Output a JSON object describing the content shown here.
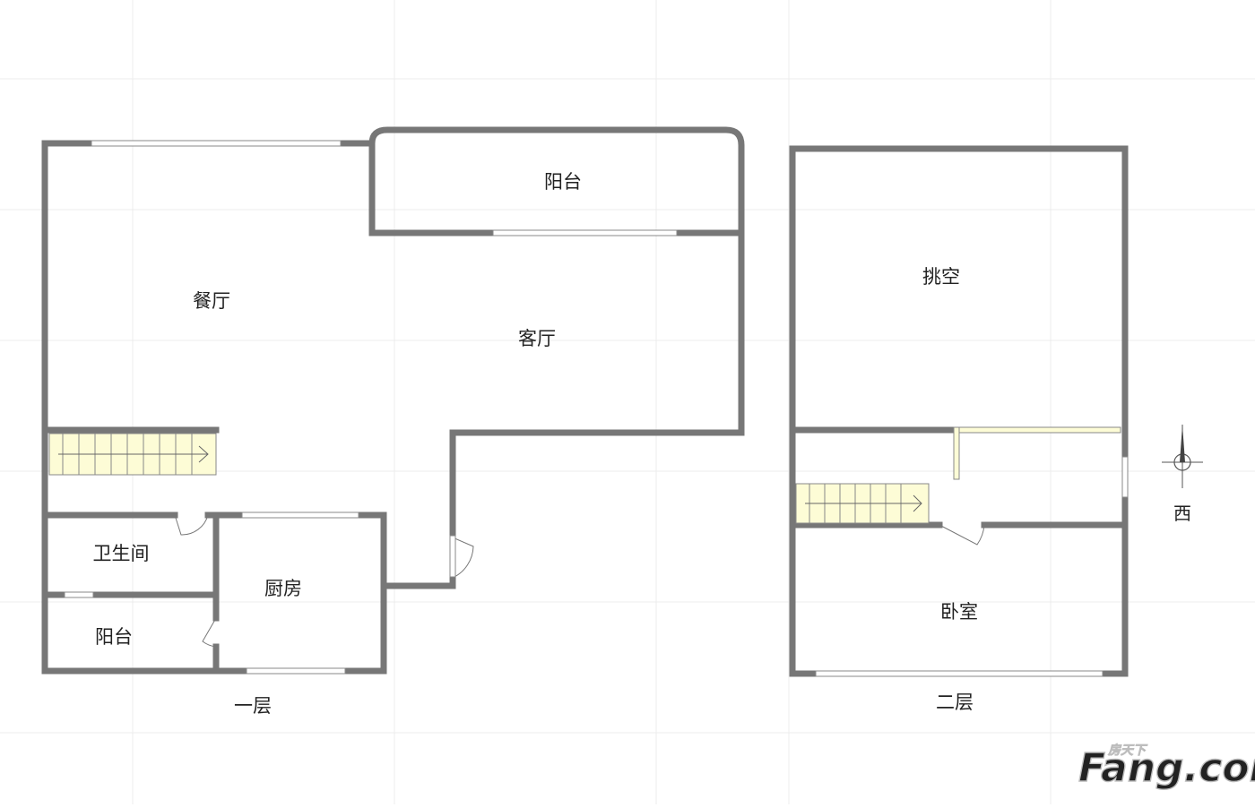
{
  "floor1": {
    "floor_label": "一层",
    "rooms": {
      "balcony_top": "阳台",
      "dining": "餐厅",
      "living": "客厅",
      "bathroom": "卫生间",
      "kitchen": "厨房",
      "balcony_small": "阳台"
    }
  },
  "floor2": {
    "floor_label": "二层",
    "rooms": {
      "void": "挑空",
      "bedroom": "卧室"
    }
  },
  "compass": {
    "direction_label": "西",
    "icon": "compass-icon"
  },
  "watermark": {
    "brand_cn": "房天下",
    "brand_en": "Fang.com"
  },
  "colors": {
    "wall": "#777777",
    "stair_fill": "#fdfcd6",
    "grid": "#ececec",
    "background": "#ffffff"
  }
}
